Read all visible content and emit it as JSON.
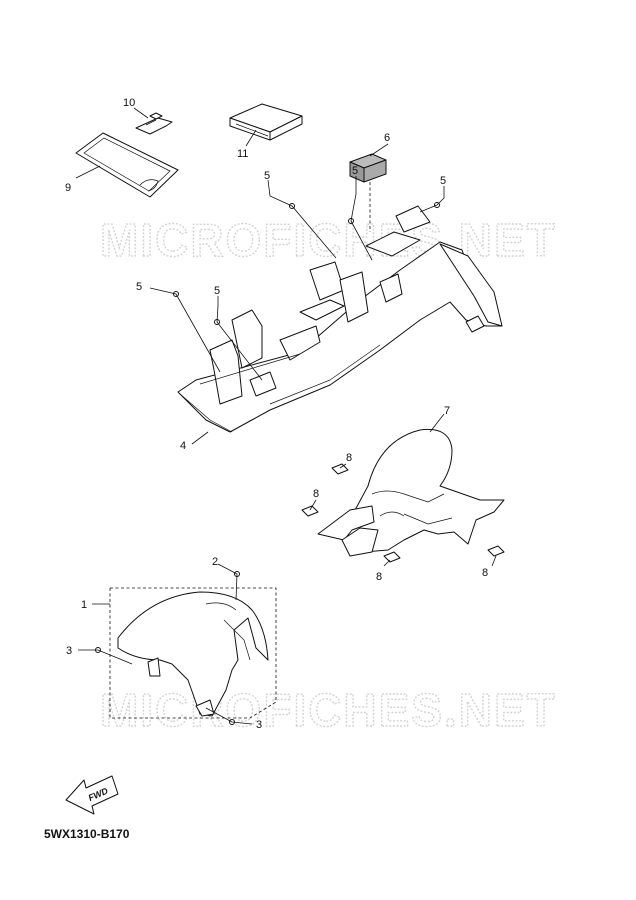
{
  "watermark": "MICROFICHES.NET",
  "diagram_code": "5WX1310-B170",
  "fwd_label": "FWD",
  "callouts": {
    "c1": "1",
    "c2": "2",
    "c3a": "3",
    "c3b": "3",
    "c4": "4",
    "c5a": "5",
    "c5b": "5",
    "c5c": "5",
    "c5d": "5",
    "c5e": "5",
    "c6": "6",
    "c7": "7",
    "c8a": "8",
    "c8b": "8",
    "c8c": "8",
    "c8d": "8",
    "c9": "9",
    "c10": "10",
    "c11": "11"
  }
}
